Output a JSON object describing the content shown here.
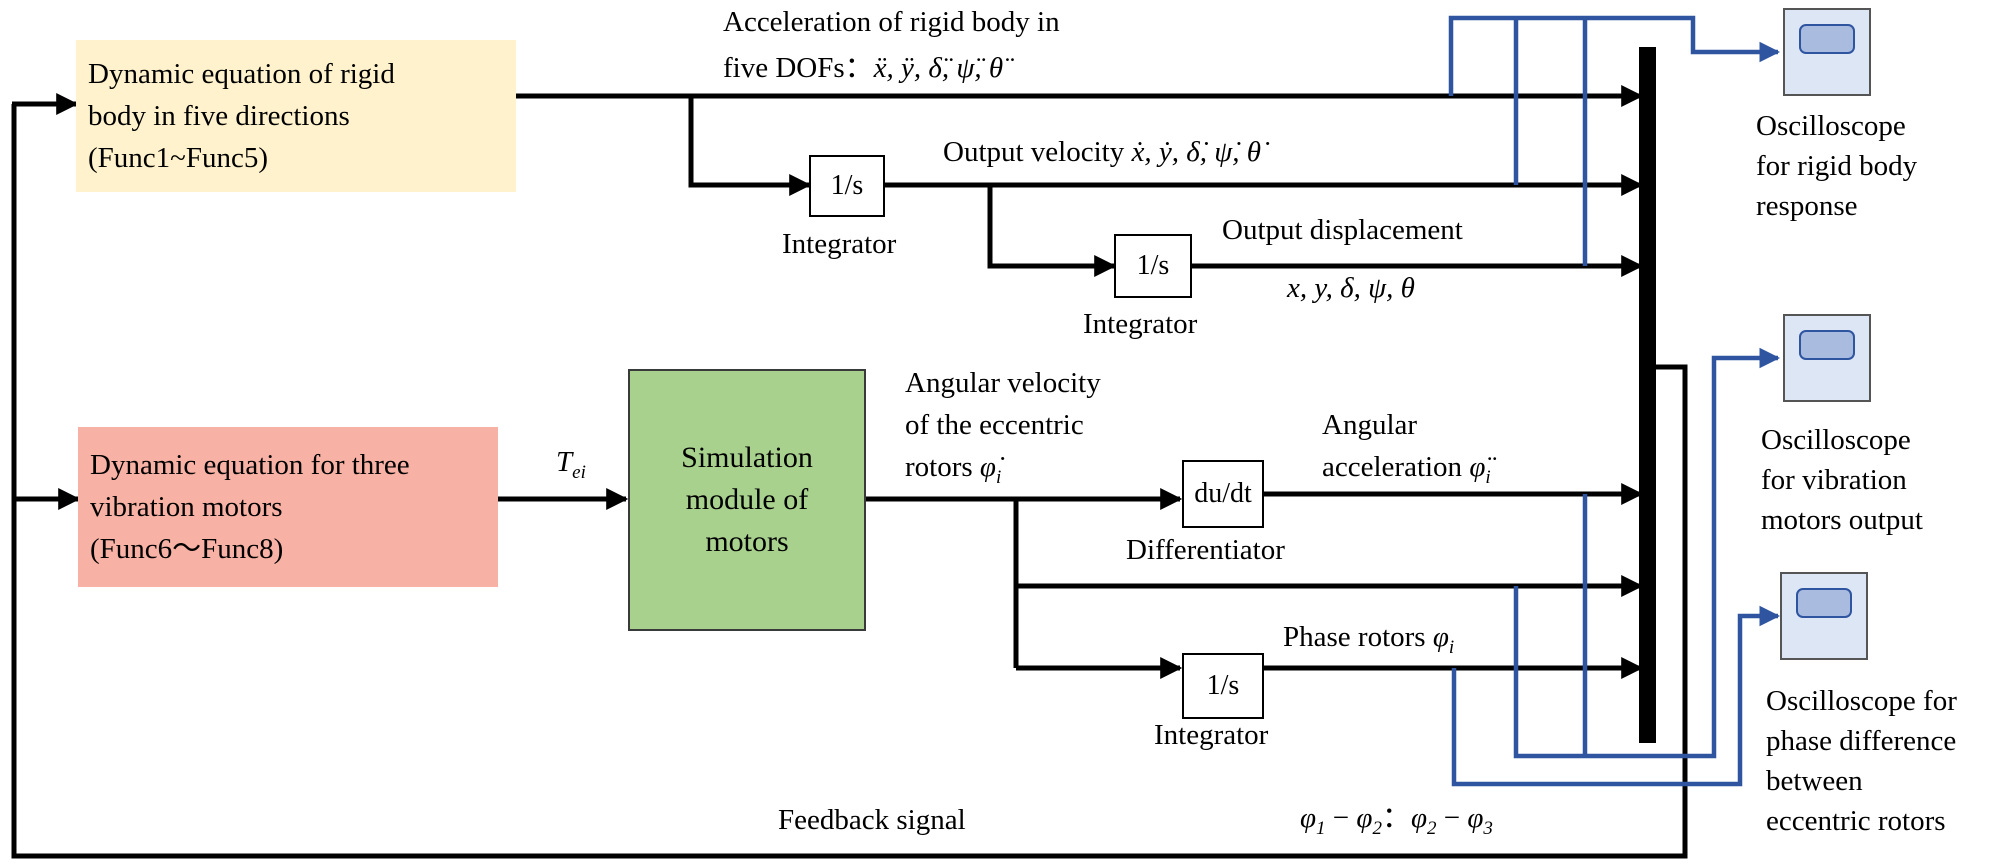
{
  "blocks": {
    "rigid_body_eq": [
      "Dynamic equation of rigid",
      "body in five directions",
      "(Func1~Func5)"
    ],
    "motor_eq": [
      "Dynamic equation for three",
      "vibration motors",
      "(Func6～Func8)"
    ],
    "simulation": [
      "Simulation",
      "module of",
      "motors"
    ],
    "integrator_symbol": "1/s",
    "differentiator_symbol": "du/dt"
  },
  "labels": {
    "accel_line1": "Acceleration of rigid body in",
    "accel_line2_prefix": "five DOFs：",
    "accel_vars": "ẍ, ÿ, δ̈, ψ̈, θ̈",
    "velocity_prefix": "Output velocity ",
    "velocity_vars": "ẋ, ẏ, δ̇, ψ̇, θ̇",
    "displacement": "Output displacement",
    "displacement_vars": "x, y, δ, ψ, θ",
    "integrator": "Integrator",
    "differentiator": "Differentiator",
    "torque": "T",
    "torque_sub": "ei",
    "angvel_line1": "Angular velocity",
    "angvel_line2": "of the eccentric",
    "angvel_line3_prefix": "rotors ",
    "angvel_var": "φ̇",
    "angvel_sub": "i",
    "angacc_line1": "Angular",
    "angacc_line2_prefix": "acceleration ",
    "angacc_var": "φ̈",
    "angacc_sub": "i",
    "phase_prefix": "Phase rotors ",
    "phase_var": "φ",
    "phase_sub": "i",
    "feedback": "Feedback signal",
    "phase_diff": {
      "a": "φ",
      "a_sub": "1",
      "b": "φ",
      "b_sub": "2",
      "sep": "：",
      "c": "φ",
      "c_sub": "2",
      "d": "φ",
      "d_sub": "3",
      "minus": " − "
    }
  },
  "scopes": {
    "rigid": [
      "Oscilloscope",
      "for rigid body",
      "response"
    ],
    "motors": [
      "Oscilloscope",
      "for vibration",
      "motors output"
    ],
    "phase": [
      "Oscilloscope for",
      "phase difference",
      "between",
      "eccentric rotors"
    ]
  },
  "icons": {
    "scope": "oscilloscope-icon"
  },
  "colors": {
    "rigid_block": "#fff2cc",
    "motor_block": "#f8b2a5",
    "simulation_block": "#a9d18e",
    "scope_wire": "#2f55a0",
    "scope_body": "#dde6f5"
  }
}
